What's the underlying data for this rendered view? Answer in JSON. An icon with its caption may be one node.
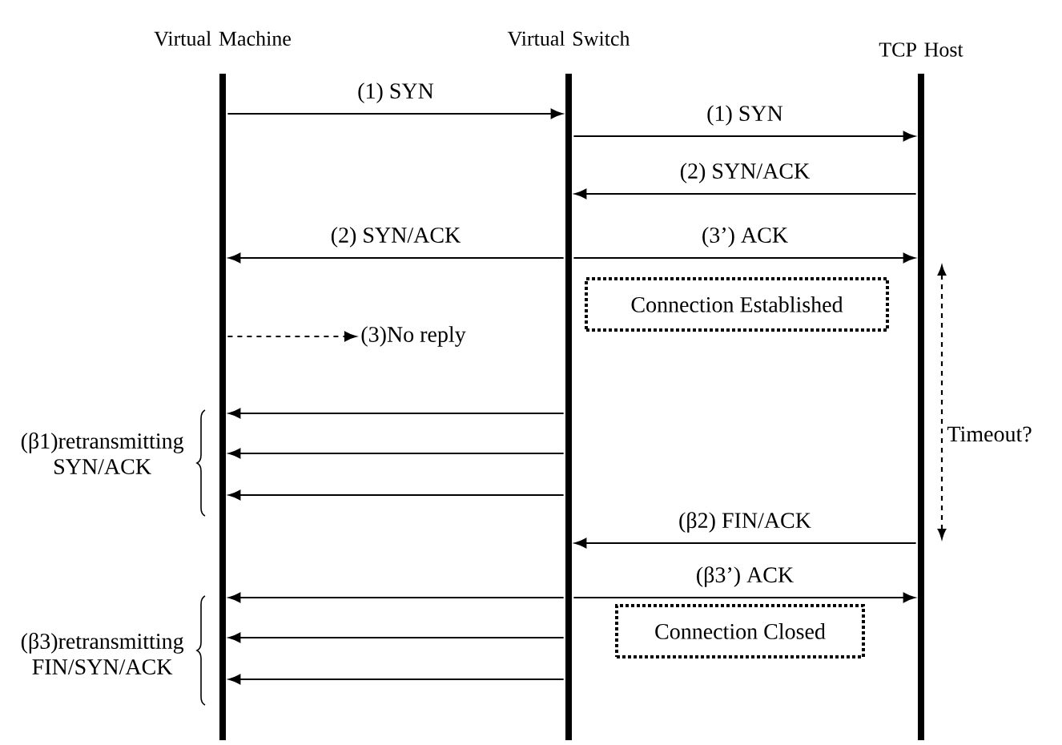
{
  "diagram": {
    "nodes": [
      {
        "text": [
          "Virtual Machine"
        ]
      },
      {
        "text": [
          "Virtual Switch"
        ]
      },
      {
        "text": [
          "TCP Host"
        ]
      },
      {
        "text": [
          "Connection Established"
        ]
      },
      {
        "text": [
          "Connection Closed"
        ]
      },
      {
        "text": [
          "(3)No reply"
        ]
      }
    ],
    "edges": [
      {
        "from": 0,
        "to": 1,
        "arrow": "to",
        "label": "(1) SYN"
      },
      {
        "from": 1,
        "to": 2,
        "arrow": "to",
        "label": "(1) SYN"
      },
      {
        "from": 2,
        "to": 1,
        "arrow": "to",
        "label": "(2) SYN/ACK"
      },
      {
        "from": 1,
        "to": 0,
        "arrow": "to",
        "label": "(2) SYN/ACK"
      },
      {
        "from": 1,
        "to": 2,
        "arrow": "to",
        "label": "(3’) ACK"
      },
      {
        "from": 0,
        "to": 5,
        "arrow": "to",
        "style": "dashed"
      },
      {
        "from": 1,
        "to": 0,
        "arrow": "to"
      },
      {
        "from": 1,
        "to": 0,
        "arrow": "to"
      },
      {
        "from": 1,
        "to": 0,
        "arrow": "to"
      },
      {
        "from": 2,
        "to": 1,
        "arrow": "to",
        "label": "(β2) FIN/ACK"
      },
      {
        "from": 1,
        "to": 0,
        "arrow": "to"
      },
      {
        "from": 1,
        "to": 2,
        "arrow": "to",
        "label": "(β3’) ACK"
      },
      {
        "from": 1,
        "to": 0,
        "arrow": "to"
      },
      {
        "from": 1,
        "to": 0,
        "arrow": "to"
      }
    ],
    "labels": [
      "Timeout?",
      "(β1)retransmitting SYN/ACK",
      "(β3)retransmitting FIN/SYN/ACK"
    ]
  }
}
